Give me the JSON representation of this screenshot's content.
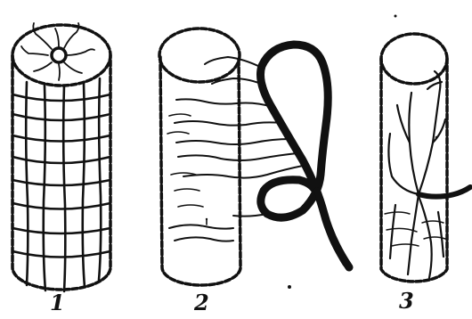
{
  "figures": [
    {
      "label": "1"
    },
    {
      "label": "2"
    },
    {
      "label": "3"
    }
  ],
  "colors": {
    "ink": "#111111",
    "background": "#ffffff"
  }
}
